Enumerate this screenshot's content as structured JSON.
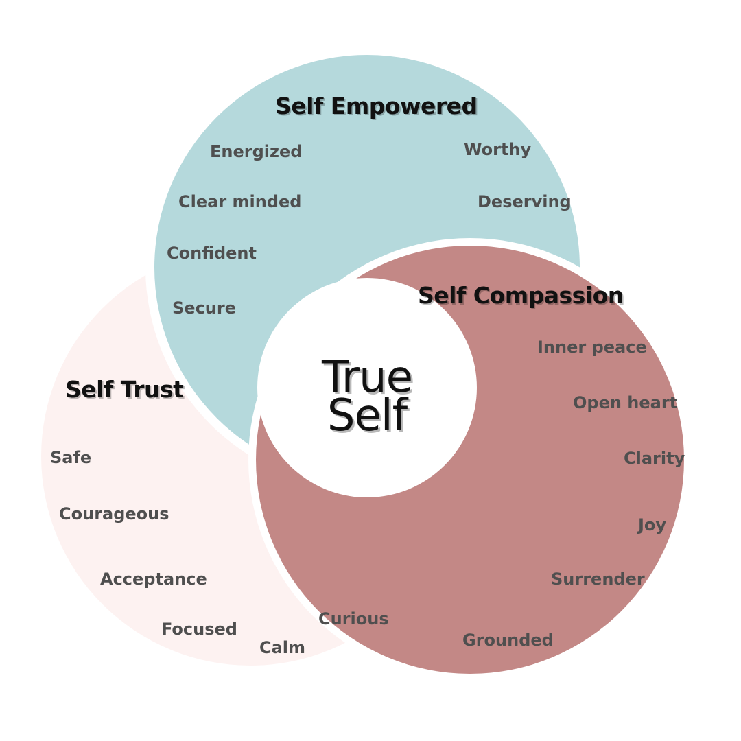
{
  "colors": {
    "empowered": "#b5d9dc",
    "compassion": "#c38886",
    "trust": "#fdf2f1",
    "background": "#ffffff",
    "title_text": "#111111",
    "word_text": "#4f4f4f"
  },
  "center": {
    "line1": "True",
    "line2": "Self"
  },
  "circles": {
    "empowered": {
      "title": "Self Empowered",
      "words": [
        "Energized",
        "Worthy",
        "Clear minded",
        "Deserving",
        "Confident",
        "Secure"
      ]
    },
    "compassion": {
      "title": "Self Compassion",
      "words": [
        "Inner peace",
        "Open heart",
        "Clarity",
        "Joy",
        "Surrender",
        "Grounded"
      ]
    },
    "trust": {
      "title": "Self Trust",
      "words": [
        "Safe",
        "Courageous",
        "Acceptance",
        "Focused",
        "Calm",
        "Curious"
      ]
    }
  }
}
